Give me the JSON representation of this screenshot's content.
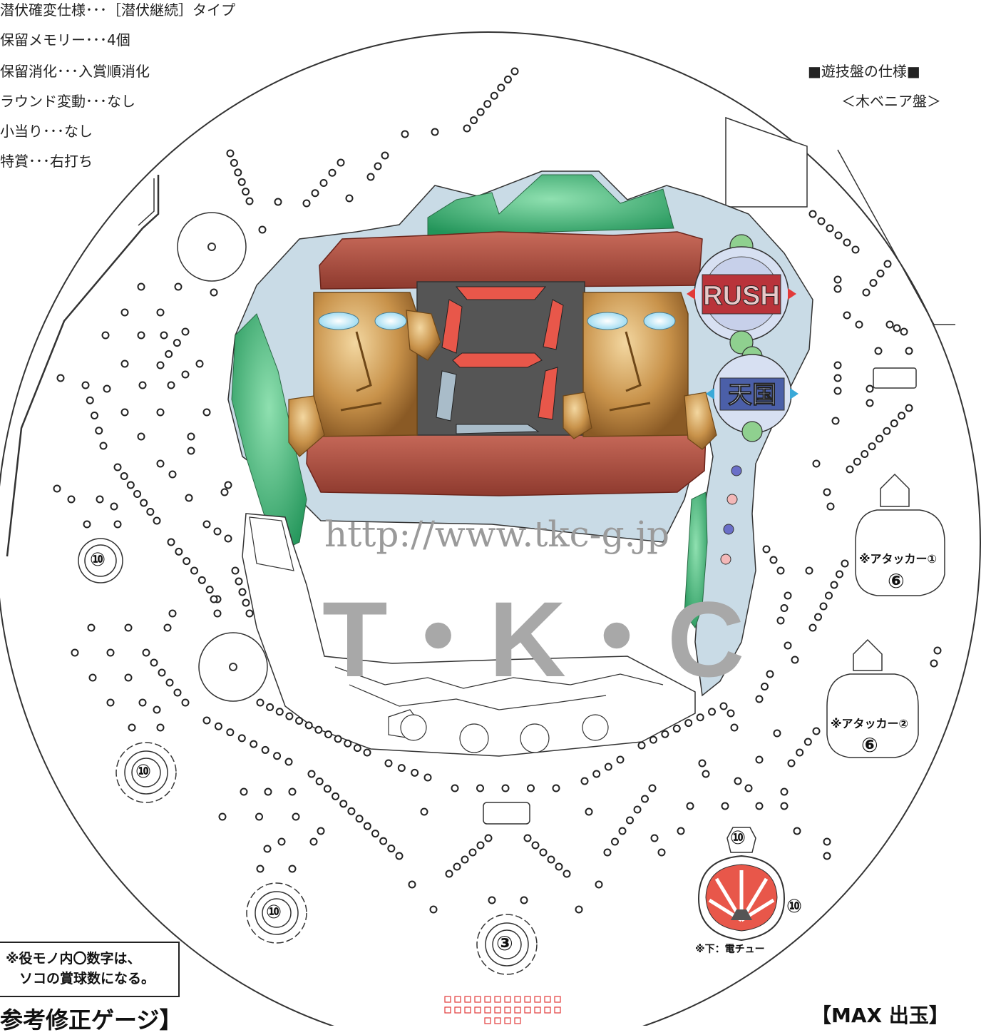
{
  "specs": [
    "潜伏確変仕様･･･［潜伏継続］タイプ",
    "保留メモリー･･･4個",
    "保留消化･･･入賞順消化",
    "ラウンド変動･･･なし",
    "小当り･･･なし",
    "特賞･･･右打ち"
  ],
  "board_spec_title": "■遊技盤の仕様■",
  "board_type": "＜木ベニア盤＞",
  "watermark_url": "http://www.tkc-g.jp",
  "watermark_logo": "T・K・C",
  "display_text_rush": "RUSH",
  "display_text_tengoku": "天国",
  "attacker1_label": "※アタッカー①",
  "attacker1_value": "⑥",
  "attacker2_label": "※アタッカー②",
  "attacker2_value": "⑥",
  "pocket_values": {
    "left_upper": "⑩",
    "left_middle": "⑩",
    "left_lower": "⑩",
    "center_start": "③",
    "right_pocket": "⑩",
    "tulip": "⑩"
  },
  "denchu_label": "※下：電チュー",
  "note_lines": [
    "※役モノ内〇数字は、",
    "　ソコの賞球数になる。"
  ],
  "bottom_title": "参考修正ゲージ】",
  "max_out": "【MAX 出玉】",
  "colors": {
    "rock": "#c9dbe6",
    "jungle": "#3cab6e",
    "ledge": "#b3483c",
    "segment_on": "#e8574a",
    "segment_off": "#a9bcc9",
    "moai": "#c8924a",
    "small_square": "#e23a3a"
  }
}
